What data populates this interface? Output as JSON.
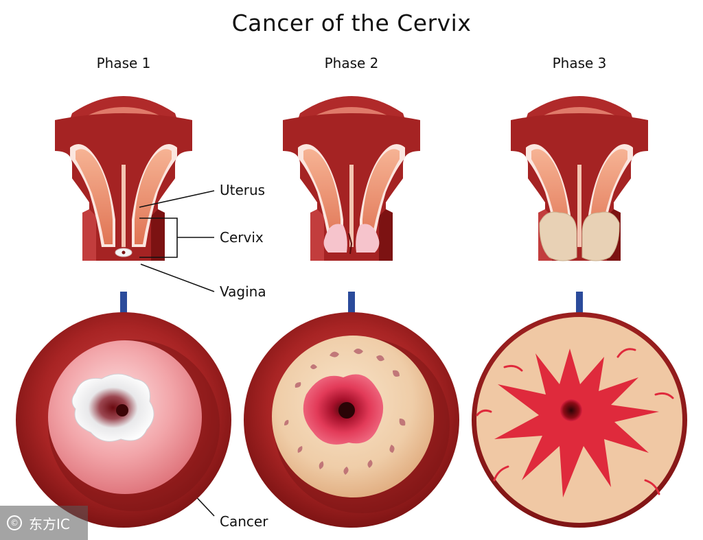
{
  "title": "Cancer of the Cervix",
  "phases": [
    {
      "label": "Phase 1"
    },
    {
      "label": "Phase 2"
    },
    {
      "label": "Phase 3"
    }
  ],
  "annotations": {
    "uterus": "Uterus",
    "cervix": "Cervix",
    "vagina": "Vagina",
    "cancer": "Cancer"
  },
  "watermark": {
    "icon": "copyright-icon",
    "icon_glyph": "©",
    "text": "东方IC"
  },
  "colors": {
    "tissue_dark": "#8f1b1b",
    "tissue_mid": "#b83232",
    "uterus_inner": "#e98a6c",
    "arrow": "#2b4b9b",
    "lesion_red": "#d8203f",
    "cervix_face": "#f1c7a6"
  }
}
